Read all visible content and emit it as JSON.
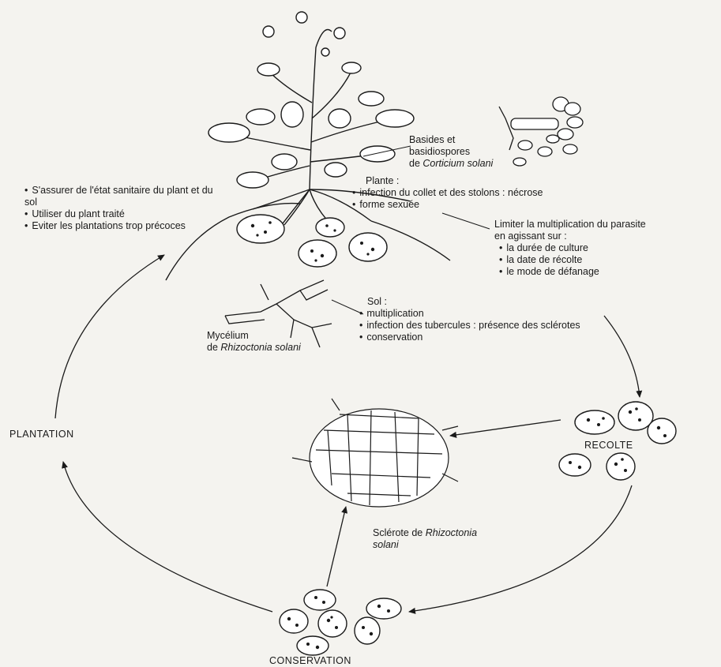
{
  "practices": {
    "items": [
      "S'assurer de l'état sanitaire du plant et du sol",
      "Utiliser du plant traité",
      "Eviter les plantations trop précoces"
    ]
  },
  "basides": {
    "line1": "Basides et",
    "line2": "basidiospores",
    "line3_prefix": "de ",
    "line3_italic": "Corticium solani"
  },
  "plante": {
    "title": "Plante :",
    "items": [
      "infection du collet et des stolons : nécrose",
      "forme sexuée"
    ]
  },
  "limiter": {
    "line1": "Limiter la multiplication du parasite",
    "line2": "en agissant sur :",
    "items": [
      "la durée de culture",
      "la date de récolte",
      "le mode de défanage"
    ]
  },
  "sol": {
    "title": "Sol :",
    "items": [
      "multiplication",
      "infection des tubercules : présence des sclérotes",
      "conservation"
    ]
  },
  "mycelium": {
    "line1": "Mycélium",
    "line2_prefix": "de ",
    "line2_italic": "Rhizoctonia solani"
  },
  "sclerote": {
    "line1_prefix": "Sclérote de ",
    "line1_italic": "Rhizoctonia",
    "line2_italic": "solani"
  },
  "stages": {
    "plantation": "PLANTATION",
    "recolte": "RECOLTE",
    "conservation": "CONSERVATION"
  }
}
